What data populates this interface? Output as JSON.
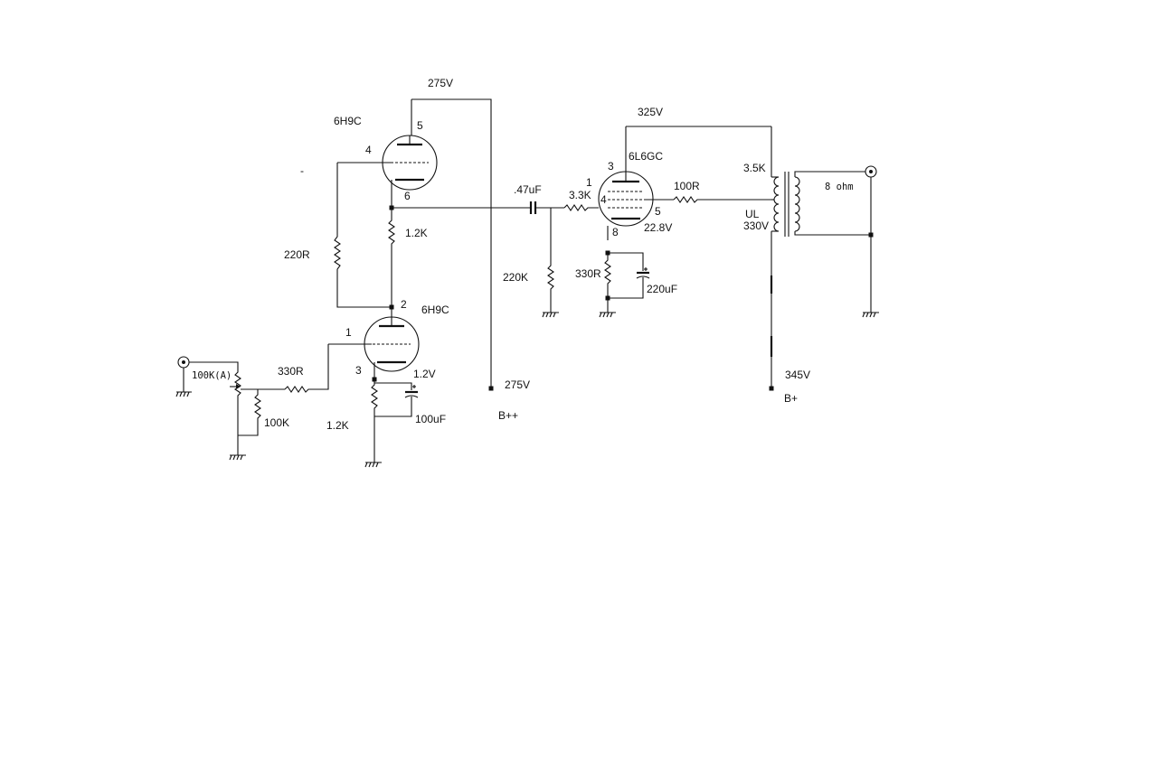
{
  "labels": {
    "v275_top": "275V",
    "tube1_name": "6H9C",
    "tube1_pin5": "5",
    "tube1_pin4": "4",
    "tube1_pin6": "6",
    "dash_mark": "-",
    "r220": "220R",
    "r1_2k_top": "1.2K",
    "tube2_pin2": "2",
    "tube2_name": "6H9C",
    "tube2_pin1": "1",
    "tube2_pin3": "3",
    "pot_label": "100K(A)",
    "r330_in": "330R",
    "r100k": "100K",
    "v1_2": "1.2V",
    "r1_2k_bot": "1.2K",
    "c100uf": "100uF",
    "v275_bpp": "275V",
    "bpp": "B++",
    "c047": ".47uF",
    "r220k": "220K",
    "r3_3k": "3.3K",
    "v325": "325V",
    "tube3_pin3": "3",
    "tube3_name": "6L6GC",
    "tube3_pin1": "1",
    "tube3_pin4": "4",
    "tube3_pin5": "5",
    "tube3_pin8": "8",
    "v22_8": "22.8V",
    "r100": "100R",
    "r330_cath": "330R",
    "c220uf": "220uF",
    "z3_5k": "3.5K",
    "ul": "UL",
    "v330": "330V",
    "ohm8": "8 ohm",
    "v345": "345V",
    "bplus": "B+"
  }
}
